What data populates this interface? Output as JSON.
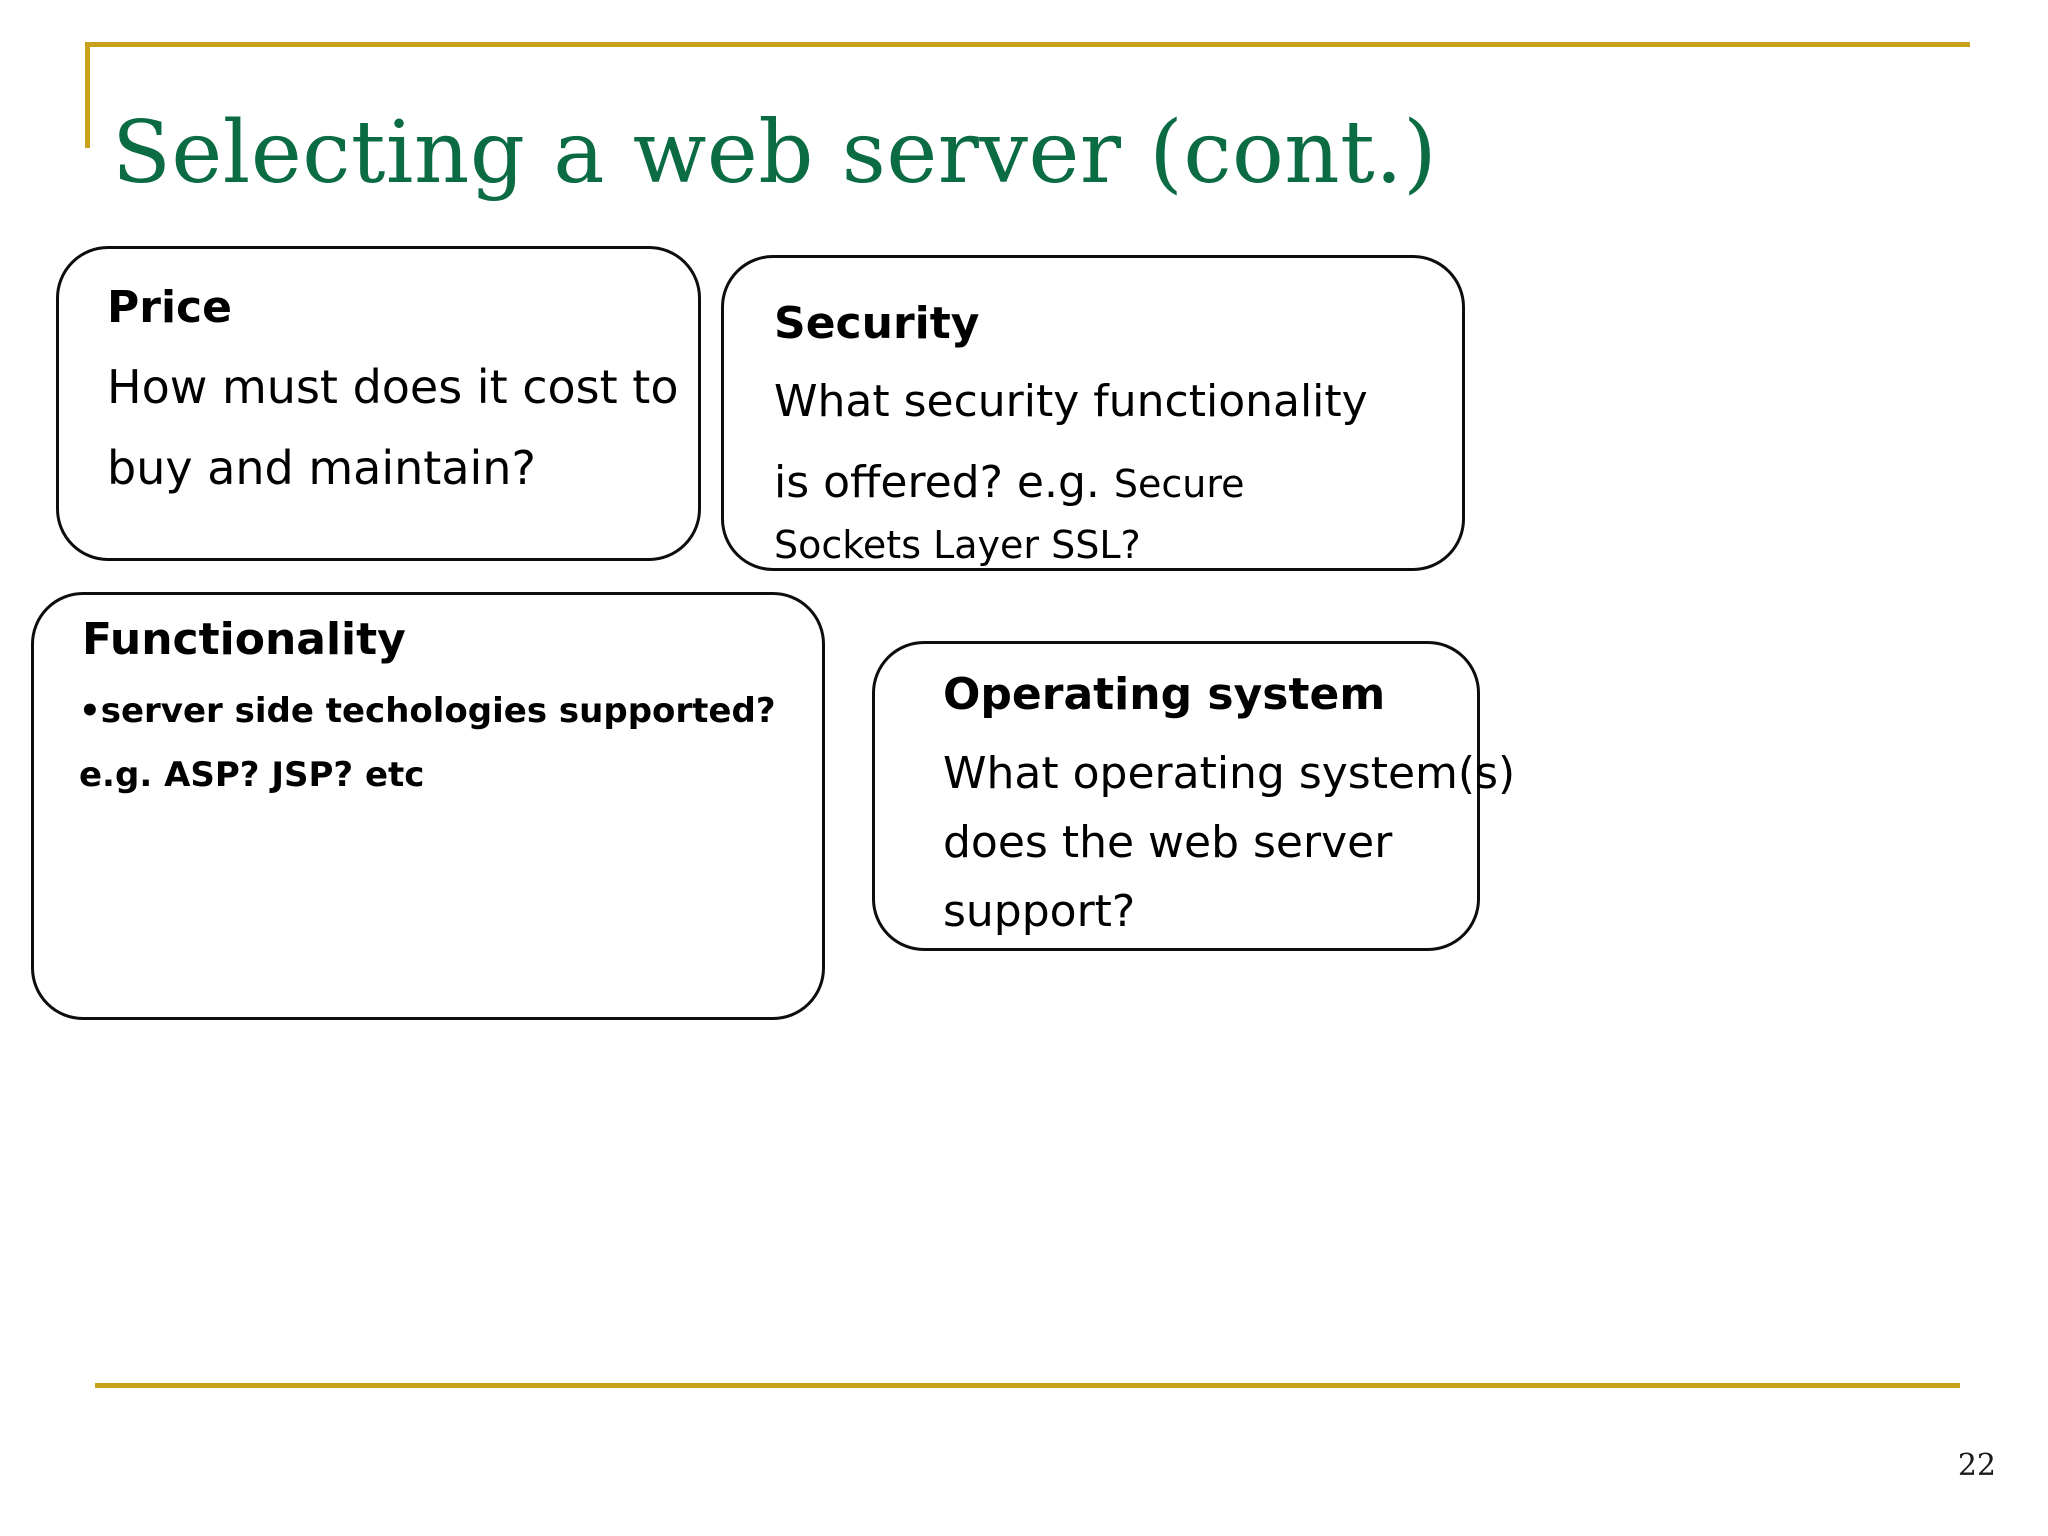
{
  "slide": {
    "title": "Selecting a web server (cont.)",
    "page_number": "22",
    "colors": {
      "title_green": "#0b6b43",
      "rule_gold": "#c8a01a",
      "box_border": "#0d0d0d",
      "text": "#000000",
      "background": "#ffffff"
    }
  },
  "boxes": {
    "price": {
      "heading": "Price",
      "body_line_1": "How must does it cost to",
      "body_line_2": "buy and maintain?"
    },
    "security": {
      "heading": "Security",
      "body_line_1": "What security functionality",
      "body_line_2_main": "is offered? e.g.",
      "body_line_2_small": "Secure",
      "body_line_3": "Sockets Layer SSL?"
    },
    "functionality": {
      "heading": "Functionality",
      "bullet_1": "•server side techologies supported?",
      "body_line_1": "e.g. ASP? JSP? etc"
    },
    "operating_system": {
      "heading": "Operating system",
      "body_line_1": "What operating system(s)",
      "body_line_2": "does the web server",
      "body_line_3": "support?"
    }
  }
}
